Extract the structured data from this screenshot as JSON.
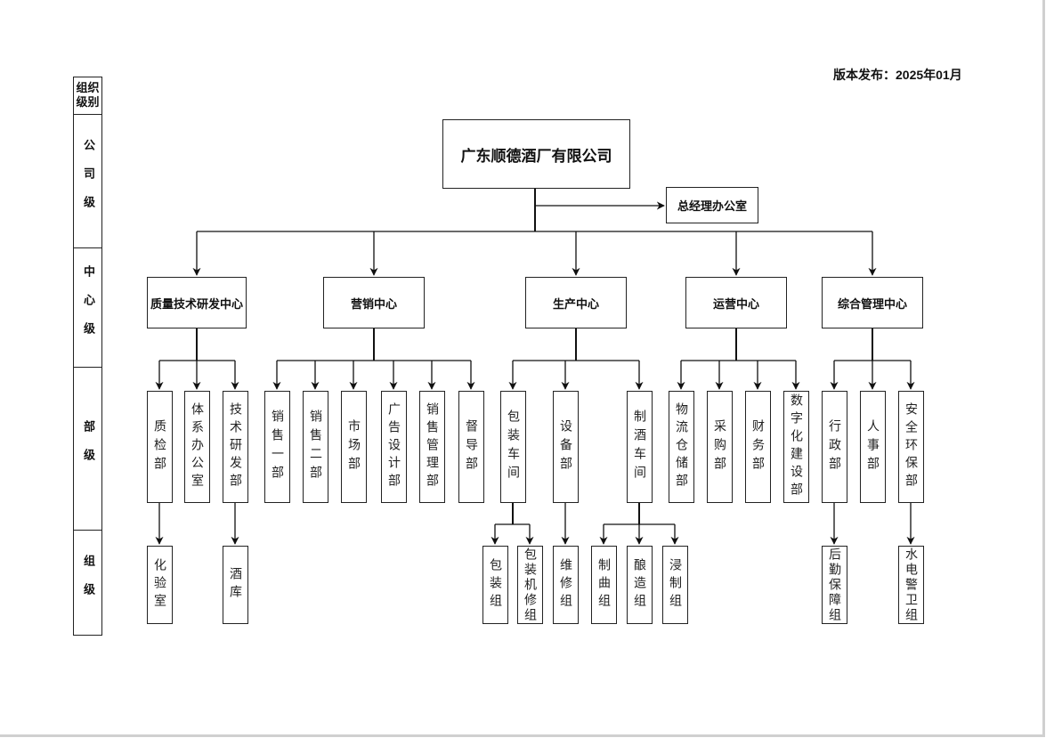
{
  "version_label": "版本发布：2025年01月",
  "level_column": {
    "header": "组织级别",
    "levels": [
      {
        "label": "公司级"
      },
      {
        "label": "中心级"
      },
      {
        "label": "部级"
      },
      {
        "label": "组级"
      }
    ]
  },
  "company": {
    "name": "广东顺德酒厂有限公司"
  },
  "gm_office": {
    "name": "总经理办公室"
  },
  "centers": [
    {
      "name": "质量技术研发中心",
      "departments": [
        {
          "name": "质检部",
          "groups": [
            "化验室"
          ]
        },
        {
          "name": "体系办公室",
          "groups": []
        },
        {
          "name": "技术研发部",
          "groups": [
            "酒库"
          ]
        }
      ]
    },
    {
      "name": "营销中心",
      "departments": [
        {
          "name": "销售一部",
          "groups": []
        },
        {
          "name": "销售二部",
          "groups": []
        },
        {
          "name": "市场部",
          "groups": []
        },
        {
          "name": "广告设计部",
          "groups": []
        },
        {
          "name": "销售管理部",
          "groups": []
        },
        {
          "name": "督导部",
          "groups": []
        }
      ]
    },
    {
      "name": "生产中心",
      "departments": [
        {
          "name": "包装车间",
          "groups": [
            "包装组",
            "包装机修组"
          ]
        },
        {
          "name": "设备部",
          "groups": [
            "维修组"
          ]
        },
        {
          "name": "制酒车间",
          "groups": [
            "制曲组",
            "酿造组",
            "浸制组"
          ]
        }
      ]
    },
    {
      "name": "运营中心",
      "departments": [
        {
          "name": "物流仓储部",
          "groups": []
        },
        {
          "name": "采购部",
          "groups": []
        },
        {
          "name": "财务部",
          "groups": []
        },
        {
          "name": "数字化建设部",
          "groups": []
        }
      ]
    },
    {
      "name": "综合管理中心",
      "departments": [
        {
          "name": "行政部",
          "groups": [
            "后勤保障组"
          ]
        },
        {
          "name": "人事部",
          "groups": []
        },
        {
          "name": "安全环保部",
          "groups": [
            "水电警卫组"
          ]
        }
      ]
    }
  ]
}
